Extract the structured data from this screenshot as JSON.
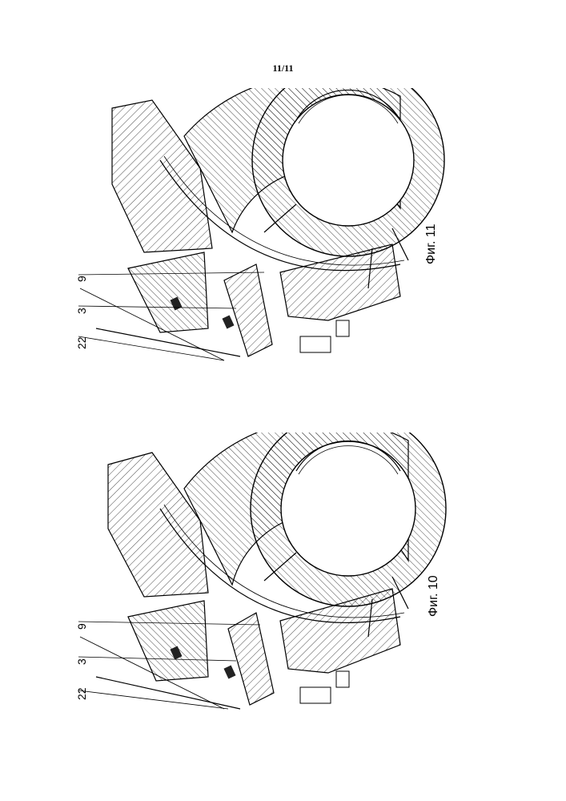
{
  "page": {
    "number": "11/11"
  },
  "figures": [
    {
      "caption": "Фиг. 11",
      "labels": [
        "9",
        "3",
        "22"
      ]
    },
    {
      "caption": "Фиг. 10",
      "labels": [
        "9",
        "3",
        "22"
      ]
    }
  ]
}
